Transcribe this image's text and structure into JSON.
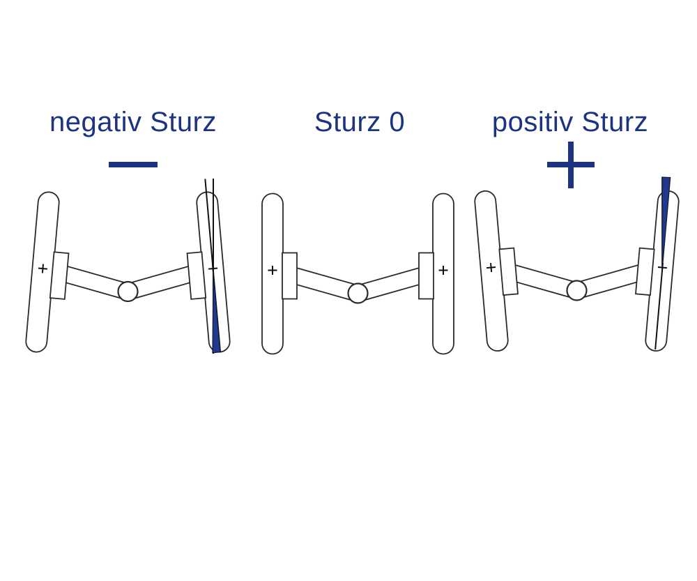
{
  "canvas": {
    "background": "#ffffff",
    "description_visible_text_language": "de"
  },
  "colors": {
    "navy_text": "#1b3381",
    "symbol_navy": "#1b3381",
    "wedge_blue": "#21398c",
    "outline": "#2a2a2a",
    "marker_line": "#111111",
    "fill_white": "#ffffff"
  },
  "icons": {
    "negative_symbol": "minus-icon",
    "positive_symbol": "plus-icon"
  },
  "panels": [
    {
      "title": "negativ Sturz",
      "symbol": "minus",
      "camber_type": "negative",
      "left_wheel_tilt_deg": 5,
      "right_wheel_tilt_deg": -5,
      "angle_marker": "bottom"
    },
    {
      "title": "Sturz 0",
      "symbol": "none",
      "camber_type": "zero",
      "left_wheel_tilt_deg": 0,
      "right_wheel_tilt_deg": 0,
      "angle_marker": "none"
    },
    {
      "title": "positiv Sturz",
      "symbol": "plus",
      "camber_type": "positive",
      "left_wheel_tilt_deg": -5,
      "right_wheel_tilt_deg": 5,
      "angle_marker": "top"
    }
  ]
}
